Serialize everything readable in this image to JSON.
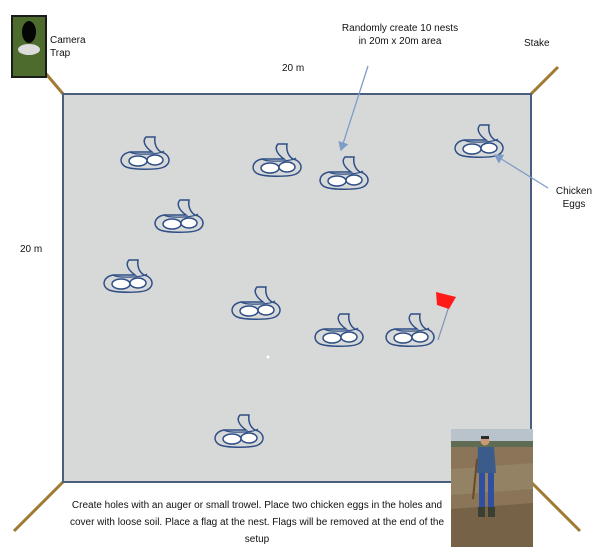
{
  "labels": {
    "camera_trap": "Camera\nTrap",
    "nests_note": "Randomly create 10 nests\nin 20m x 20m area",
    "dimension_top": "20 m",
    "dimension_left": "20 m",
    "stake": "Stake",
    "chicken_eggs": "Chicken\nEggs",
    "caption": "Create holes with an auger or small trowel. Place two chicken eggs in the holes and cover with loose soil. Place a flag at the nest. Flags will be removed at the end of the setup"
  },
  "nest_count": 10,
  "colors": {
    "plot_fill": "#d7d9d9",
    "plot_border": "#4a5f80",
    "nest_outline": "#2f4f86",
    "stake": "#a07a32",
    "flag": "#ff1a1a",
    "camera_body": "#4e6b2e",
    "arrow": "#7f9bc8"
  },
  "icons": [
    "camera-trap-icon",
    "nest-icon",
    "flag-icon",
    "stake-icon",
    "field-photo"
  ]
}
